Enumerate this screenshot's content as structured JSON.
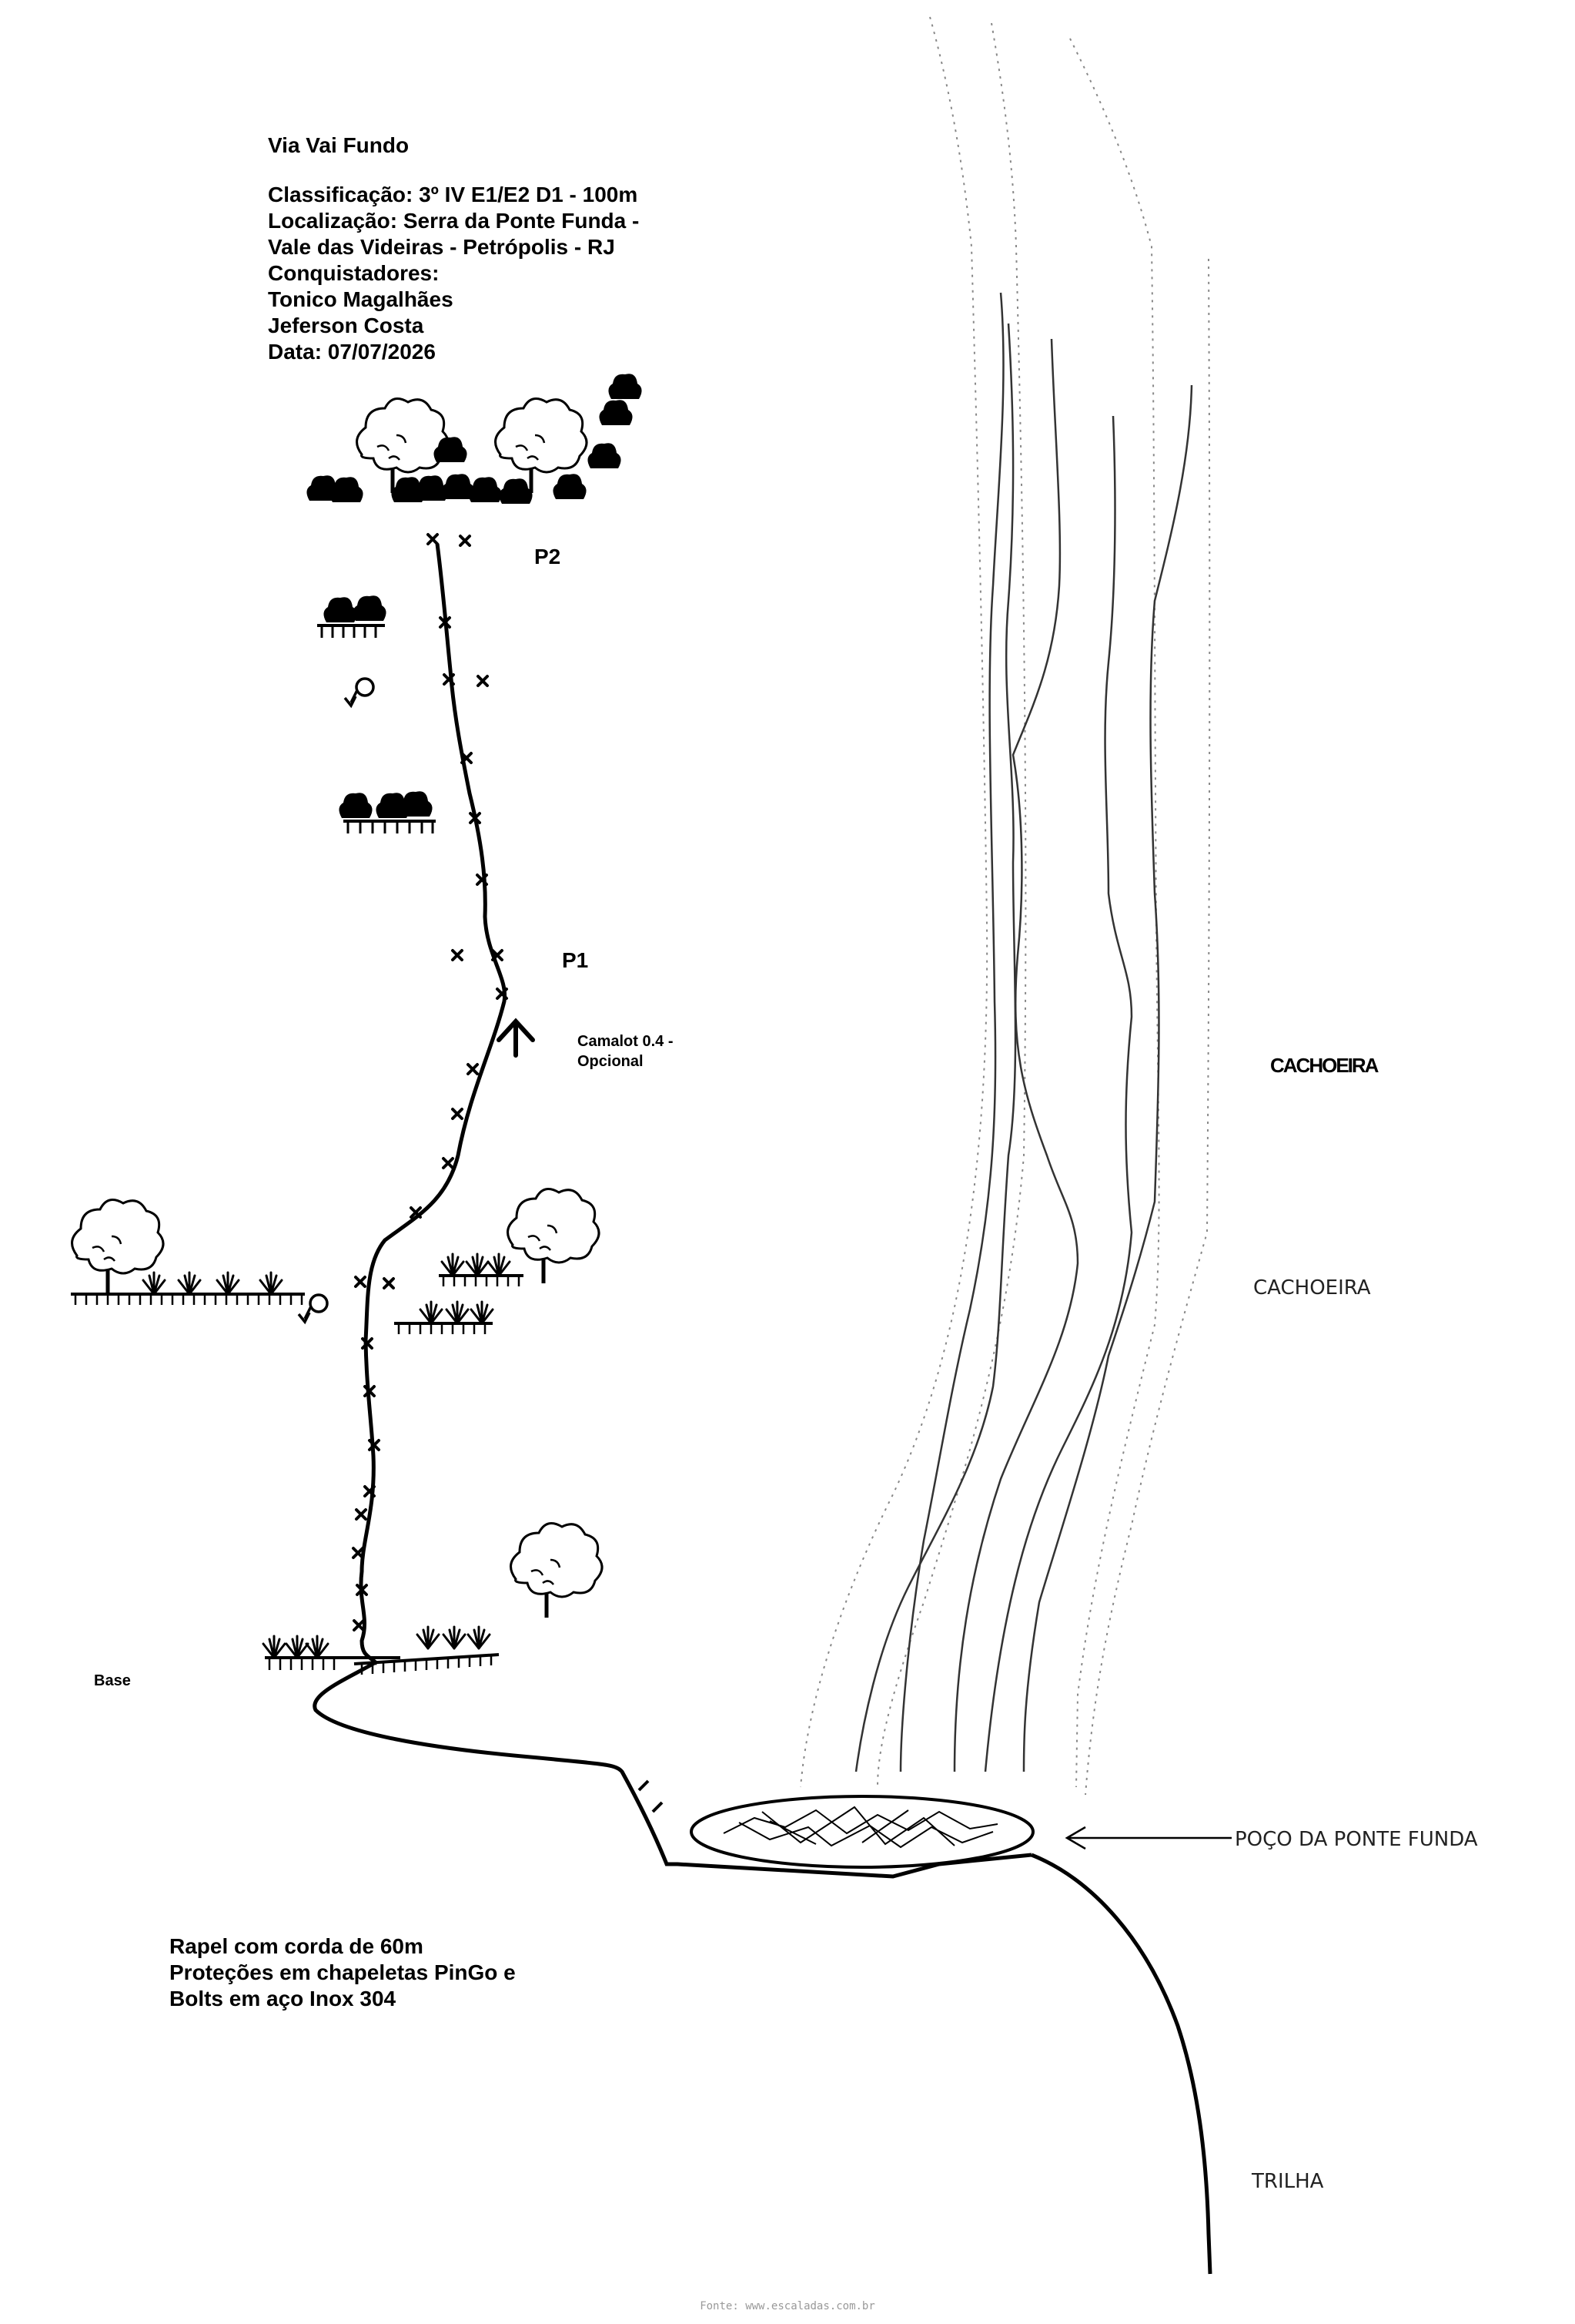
{
  "route_info": {
    "title": "Via Vai Fundo",
    "lines": [
      "Classificação: 3º IV E1/E2 D1 - 100m",
      "Localização: Serra da Ponte Funda -",
      "Vale das Videiras - Petrópolis - RJ",
      "Conquistadores:",
      "Tonico Magalhães",
      "Jeferson Costa",
      "Data: 07/07/2026"
    ]
  },
  "labels": {
    "p2": "P2",
    "p1": "P1",
    "camalot_line1": "Camalot 0.4 -",
    "camalot_line2": "Opcional",
    "base": "Base",
    "waterfall_bold": "CACHOEIRA",
    "waterfall_thin": "CACHOEIRA",
    "pool": "POÇO DA PONTE FUNDA",
    "trail": "TRILHA"
  },
  "notes": [
    "Rapel com corda de 60m",
    "Proteções em chapeletas PinGo e",
    "Bolts em aço Inox 304"
  ],
  "footer": {
    "source": "Fonte: www.escaladas.com.br"
  },
  "colors": {
    "ink": "#000000",
    "waterfall_line": "#333333",
    "dotted": "#888888"
  },
  "icons": [
    "tree-icon",
    "bush-icon",
    "grass-tuft-icon",
    "ledge-icon",
    "rappel-ring-icon",
    "cam-arrow-icon",
    "bolt-icon"
  ]
}
